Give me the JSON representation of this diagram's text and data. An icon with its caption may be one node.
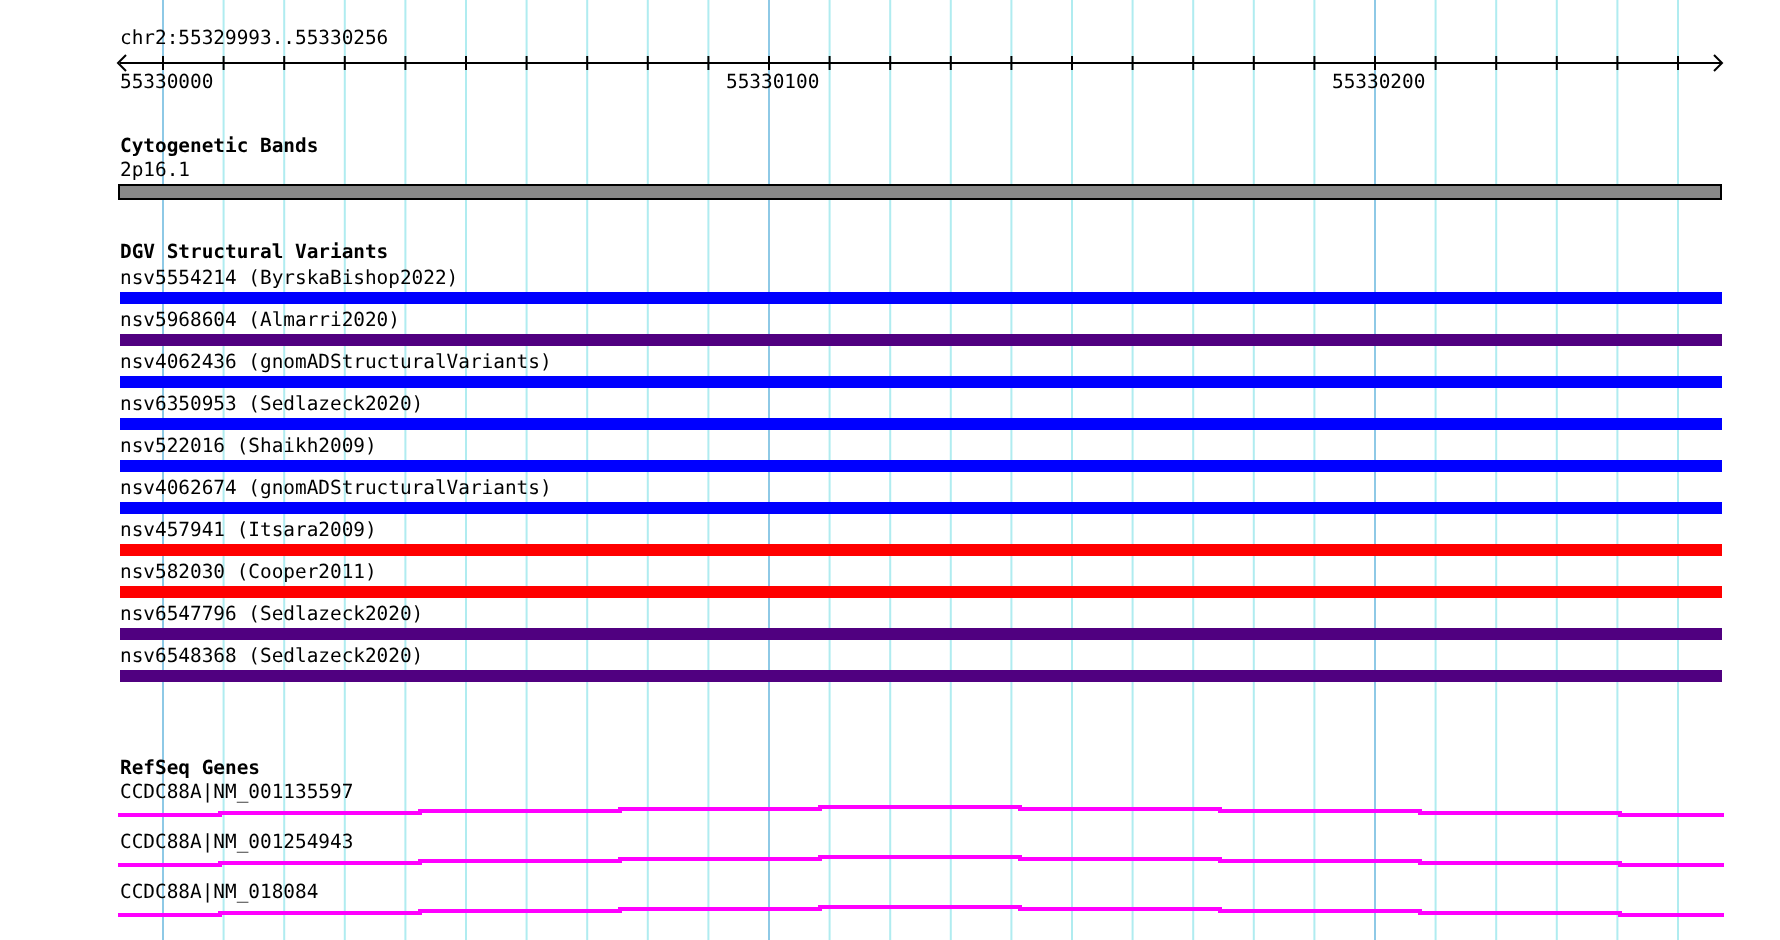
{
  "diagram": {
    "title": "chr2:55329993..55330256",
    "nodes": [
      {
        "text": [
          "Cytogenetic Bands"
        ]
      },
      {
        "text": [
          "2p16.1"
        ],
        "in": 0
      },
      {
        "text": [
          "DGV Structural Variants"
        ]
      },
      {
        "text": [
          "nsv5554214 (ByrskaBishop2022)"
        ],
        "in": 2
      },
      {
        "text": [
          "nsv5968604 (Almarri2020)"
        ],
        "in": 2
      },
      {
        "text": [
          "nsv4062436 (gnomADStructuralVariants)"
        ],
        "in": 2
      },
      {
        "text": [
          "nsv6350953 (Sedlazeck2020)"
        ],
        "in": 2
      },
      {
        "text": [
          "nsv522016 (Shaikh2009)"
        ],
        "in": 2
      },
      {
        "text": [
          "nsv4062674 (gnomADStructuralVariants)"
        ],
        "in": 2
      },
      {
        "text": [
          "nsv457941 (Itsara2009)"
        ],
        "in": 2
      },
      {
        "text": [
          "nsv582030 (Cooper2011)"
        ],
        "in": 2
      },
      {
        "text": [
          "nsv6547796 (Sedlazeck2020)"
        ],
        "in": 2
      },
      {
        "text": [
          "nsv6548368 (Sedlazeck2020)"
        ],
        "in": 2
      },
      {
        "text": [
          "RefSeq Genes"
        ]
      },
      {
        "text": [
          "CCDC88A|NM_001135597"
        ],
        "in": 13
      },
      {
        "text": [
          "CCDC88A|NM_001254943"
        ],
        "in": 13
      },
      {
        "text": [
          "CCDC88A|NM_018084"
        ],
        "in": 13
      }
    ],
    "labels": [
      "55330000",
      "55330100",
      "55330200"
    ]
  }
}
